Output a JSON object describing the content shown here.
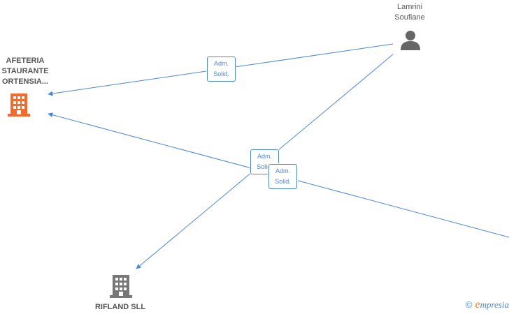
{
  "nodes": {
    "main_company": {
      "label": "AFETERIA\nSTAURANTE\nORTENSIA...",
      "icon": "building-icon",
      "color": "#f26a2e"
    },
    "person": {
      "label": "Lamrini\nSoufiane",
      "icon": "person-icon",
      "color": "#666666"
    },
    "rifland": {
      "label": "RIFLAND SLL",
      "icon": "building-icon",
      "color": "#777777"
    }
  },
  "edges": [
    {
      "line1": "Adm.",
      "line2": "Solid."
    },
    {
      "line1": "Adm.",
      "line2": "Solid."
    },
    {
      "line1": "Adm.",
      "line2": "Solid."
    }
  ],
  "edge_color": "#4a86d4",
  "watermark": {
    "copyright": "©",
    "brand_initial": "e",
    "brand_rest": "mpresia"
  }
}
